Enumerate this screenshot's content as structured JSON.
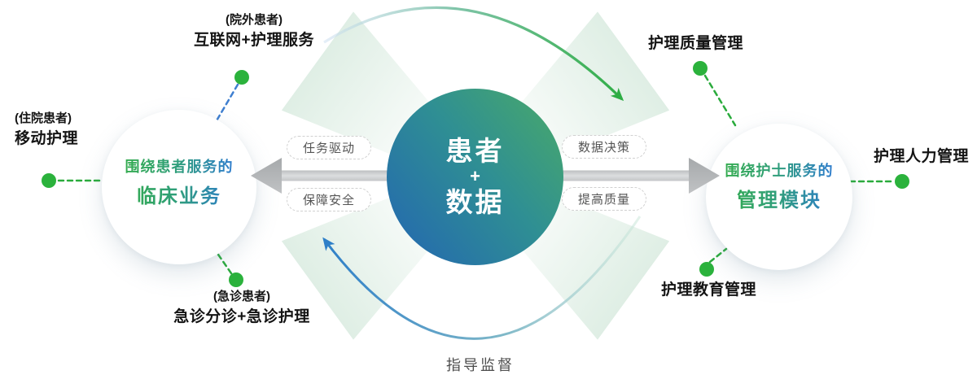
{
  "colors": {
    "dot_green": "#2bb23c",
    "dash_green": "#2aab3c",
    "dash_blue": "#3f7fd0",
    "arc_green": "#2ead44",
    "arc_blue": "#2e7fc8",
    "arrow_gray": "#b0b3b6",
    "center_gradient_start": "#4aaa68",
    "center_gradient_end": "#2365b2",
    "title_gradient_start": "#33ab4f",
    "title_gradient_end": "#2e7cce"
  },
  "center_circle": {
    "line1": "患者",
    "plus": "+",
    "line2": "数据"
  },
  "left_circle": {
    "line1": "围绕患者服务的",
    "line2": "临床业务"
  },
  "right_circle": {
    "line1": "围绕护士服务的",
    "line2": "管理模块"
  },
  "left_pills": [
    {
      "label": "任务驱动"
    },
    {
      "label": "保障安全"
    }
  ],
  "right_pills": [
    {
      "label": "数据决策"
    },
    {
      "label": "提高质量"
    }
  ],
  "satellites": {
    "top_left": {
      "tag": "(院外患者)",
      "label": "互联网+护理服务"
    },
    "left": {
      "tag": "(住院患者)",
      "label": "移动护理"
    },
    "bottom_left": {
      "tag": "(急诊患者)",
      "label": "急诊分诊+急诊护理"
    },
    "top_right": {
      "label": "护理质量管理"
    },
    "right": {
      "label": "护理人力管理"
    },
    "bottom_right": {
      "label": "护理教育管理"
    }
  },
  "bottom_caption": "指导监督"
}
